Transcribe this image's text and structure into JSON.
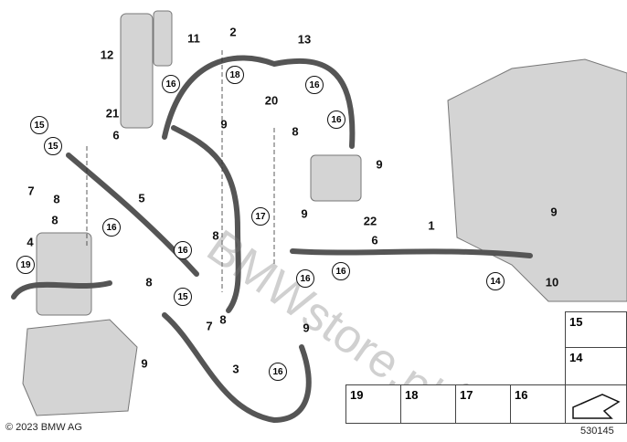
{
  "diagram": {
    "plain_labels": [
      "12",
      "11",
      "2",
      "13",
      "21",
      "6",
      "20",
      "8",
      "9",
      "9",
      "7",
      "8",
      "5",
      "8",
      "4",
      "1",
      "9",
      "22",
      "9",
      "6",
      "8",
      "8",
      "10",
      "7",
      "8",
      "9",
      "9",
      "3"
    ],
    "circled_labels": [
      "16",
      "18",
      "16",
      "16",
      "15",
      "15",
      "16",
      "16",
      "17",
      "16",
      "16",
      "19",
      "15",
      "14",
      "16"
    ],
    "watermark": "BMWstore.pl",
    "copyright": "© 2023 BMW AG",
    "diagram_number": "530145",
    "legend": [
      "15",
      "14",
      "19",
      "18",
      "17",
      "16"
    ]
  }
}
